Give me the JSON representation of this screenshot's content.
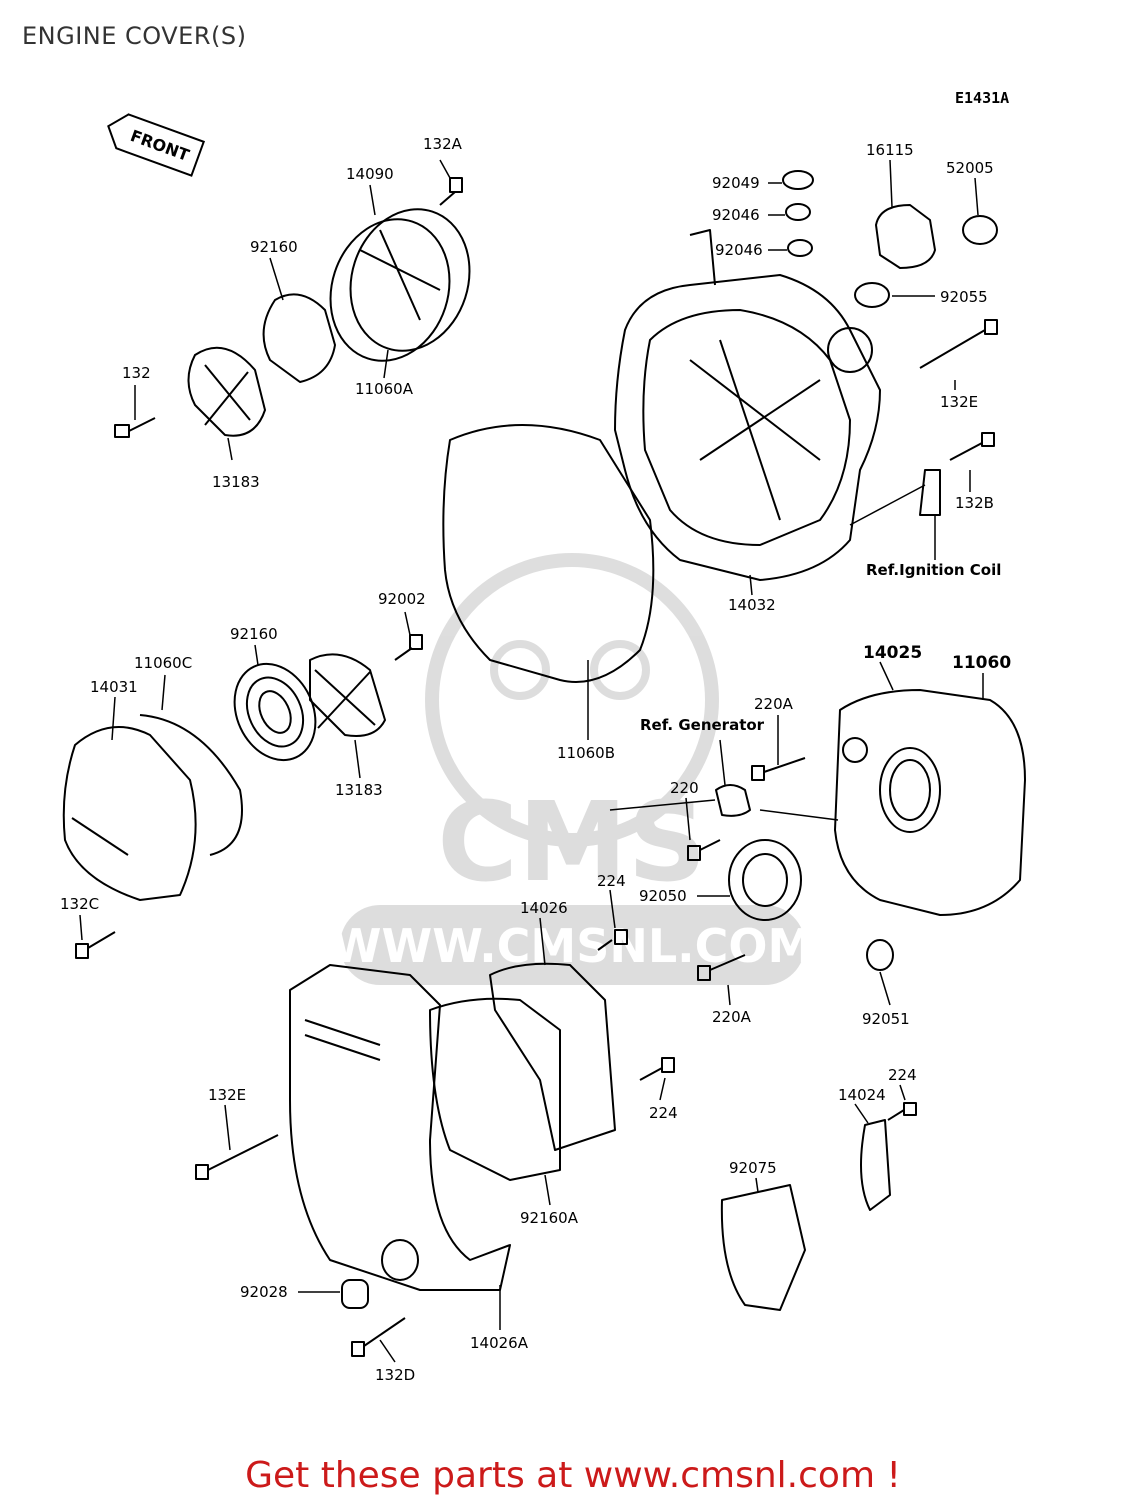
{
  "page": {
    "title": "ENGINE COVER(S)",
    "diagram_code": "E1431A",
    "front_arrow_label": "FRONT",
    "watermark_url": "WWW.CMSNL.COM",
    "watermark_brand": "CMS",
    "cta": "Get these parts at www.cmsnl.com !"
  },
  "parts": {
    "p132A": "132A",
    "p14090": "14090",
    "p92160_top": "92160",
    "p132_left": "132",
    "p11060A": "11060A",
    "p13183_top": "13183",
    "p92049": "92049",
    "p92046_a": "92046",
    "p92046_b": "92046",
    "p16115": "16115",
    "p52005": "52005",
    "p92055": "92055",
    "p132E_right": "132E",
    "p132B": "132B",
    "ref_ignition": "Ref.Ignition Coil",
    "p14032": "14032",
    "p92002": "92002",
    "p92160_mid": "92160",
    "p11060C": "11060C",
    "p14031": "14031",
    "p13183_mid": "13183",
    "p11060B": "11060B",
    "p14025": "14025",
    "p11060": "11060",
    "ref_generator": "Ref. Generator",
    "p220A_top": "220A",
    "p220": "220",
    "p92050": "92050",
    "p224_a": "224",
    "p14026": "14026",
    "p132C": "132C",
    "p220A_bottom": "220A",
    "p92051": "92051",
    "p224_b": "224",
    "p224_c": "224",
    "p14024": "14024",
    "p132E_left": "132E",
    "p92075": "92075",
    "p92160A": "92160A",
    "p92028": "92028",
    "p14026A": "14026A",
    "p132D": "132D"
  }
}
